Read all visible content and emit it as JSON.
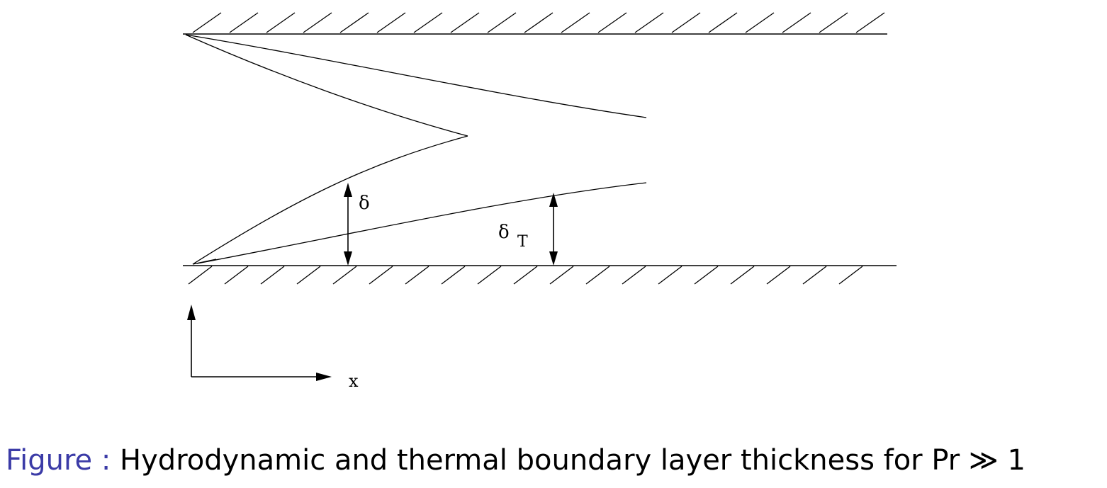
{
  "labels": {
    "delta": "δ",
    "delta_t_main": "δ",
    "delta_t_sub": "T",
    "x_axis": "x"
  },
  "caption": {
    "prefix": "Figure :",
    "text": "Hydrodynamic and thermal boundary layer thickness for Pr ≫ 1"
  },
  "colors": {
    "caption_label": "#3b3ba7",
    "ink": "#000000"
  }
}
